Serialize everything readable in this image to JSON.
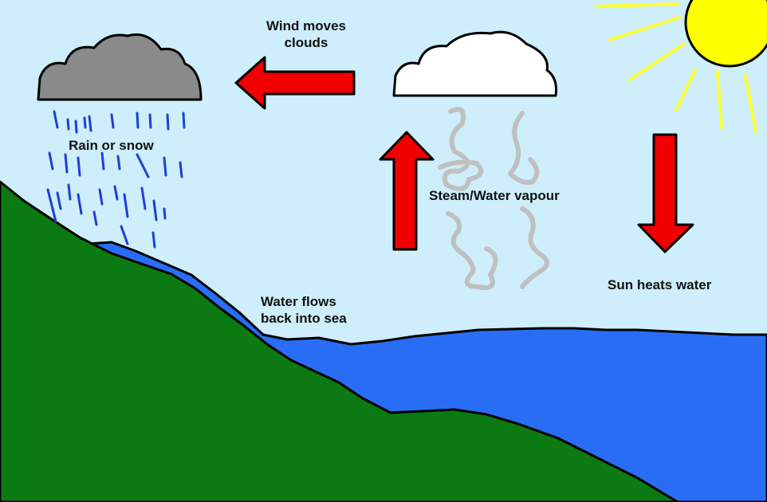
{
  "labels": {
    "wind_line1": "Wind moves",
    "wind_line2": "clouds",
    "rain": "Rain or snow",
    "steam": "Steam/Water vapour",
    "sun_heats": "Sun heats water",
    "flows_line1": "Water flows",
    "flows_line2": "back into sea"
  },
  "colors": {
    "sky": "#cdeefa",
    "land": "#0c7a12",
    "water": "#2a6df5",
    "arrow": "#f00000",
    "sun": "#ffff00",
    "rain_cloud": "#8a8a8a",
    "white_cloud": "#ffffff",
    "rain": "#1f3fd6",
    "vapour": "#c0c0c0"
  },
  "icons": [
    "sun-icon",
    "rain-cloud-icon",
    "white-cloud-icon",
    "arrow-left-icon",
    "arrow-up-icon",
    "arrow-down-icon"
  ]
}
